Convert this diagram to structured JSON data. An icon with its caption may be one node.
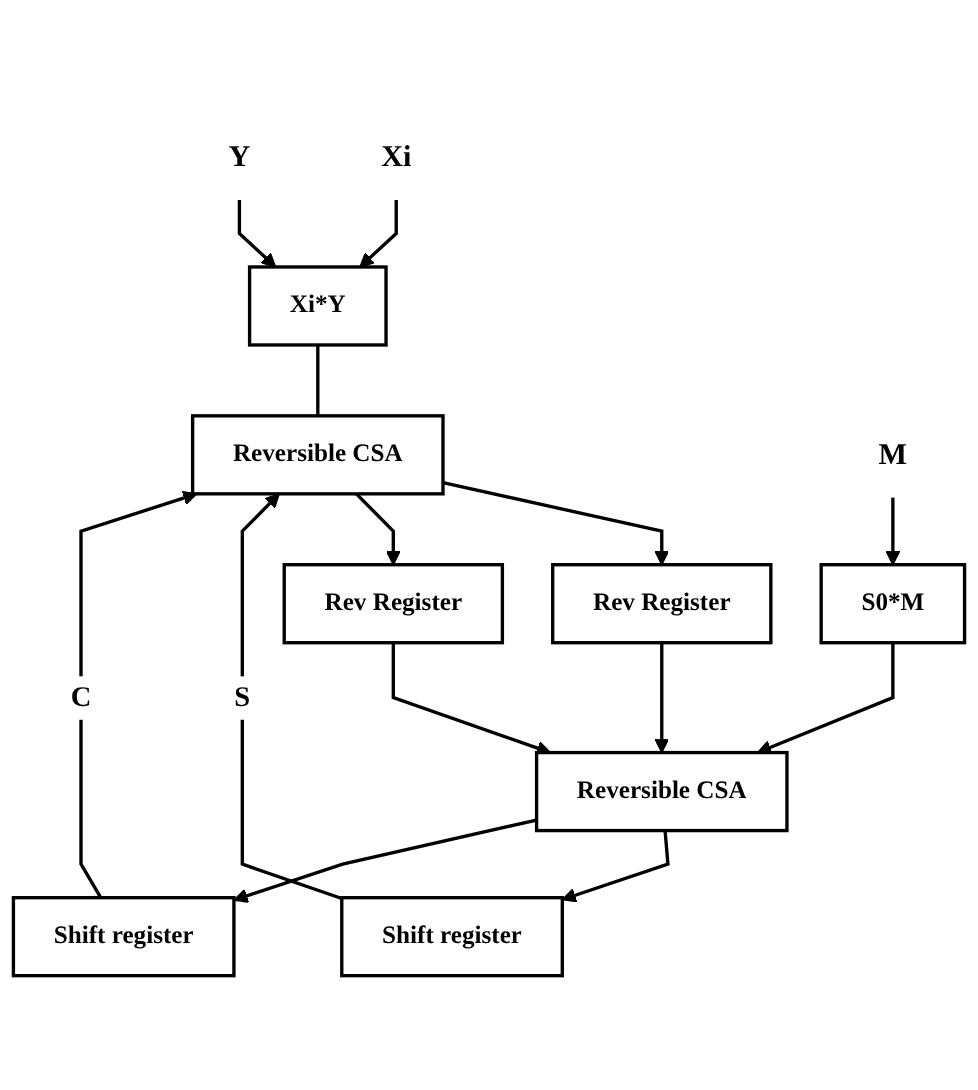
{
  "diagram": {
    "nodes": [
      {
        "text": [
          "Xi"
        ]
      },
      {
        "text": [
          "Y"
        ]
      },
      {
        "text": [
          "Xi*Y"
        ]
      },
      {
        "text": [
          "Reversible CSA"
        ]
      },
      {
        "text": [
          "Rev Register"
        ]
      },
      {
        "text": [
          "Rev Register"
        ]
      },
      {
        "text": [
          "S0*M"
        ]
      },
      {
        "text": [
          "M"
        ]
      },
      {
        "text": [
          "Reversible CSA"
        ]
      },
      {
        "text": [
          "Shift register"
        ]
      },
      {
        "text": [
          "Shift register"
        ]
      }
    ],
    "edges": [
      {
        "from": 0,
        "to": 2,
        "arrow": "to"
      },
      {
        "from": 1,
        "to": 2,
        "arrow": "to"
      },
      {
        "from": 2,
        "to": 3,
        "arrow": "none"
      },
      {
        "from": 3,
        "to": 4,
        "arrow": "to"
      },
      {
        "from": 3,
        "to": 5,
        "arrow": "to"
      },
      {
        "from": 7,
        "to": 6,
        "arrow": "to"
      },
      {
        "from": 4,
        "to": 8,
        "arrow": "to"
      },
      {
        "from": 5,
        "to": 8,
        "arrow": "to"
      },
      {
        "from": 6,
        "to": 8,
        "arrow": "to"
      },
      {
        "from": 8,
        "to": 10,
        "arrow": "to"
      },
      {
        "from": 8,
        "to": 9,
        "arrow": "to"
      },
      {
        "from": 10,
        "to": 3,
        "arrow": "to",
        "label": "S"
      },
      {
        "from": 9,
        "to": 3,
        "arrow": "to",
        "label": "C"
      }
    ]
  }
}
